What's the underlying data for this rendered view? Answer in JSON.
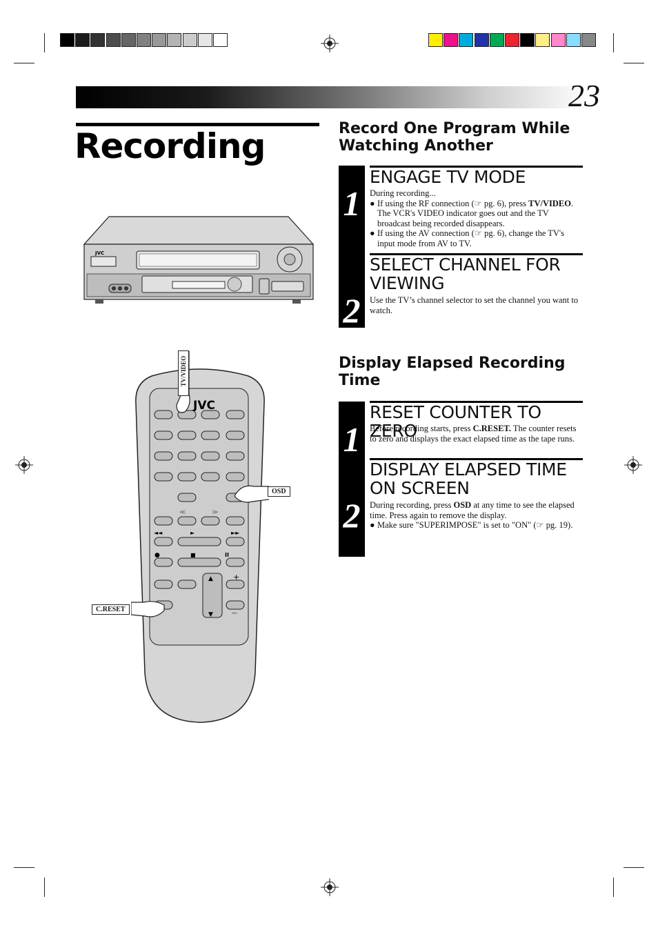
{
  "page": {
    "number": "23",
    "title": "Recording"
  },
  "print_marks": {
    "gray_swatches": [
      "#000000",
      "#1c1c1c",
      "#333333",
      "#4d4d4d",
      "#666666",
      "#808080",
      "#999999",
      "#b3b3b3",
      "#cccccc",
      "#e6e6e6",
      "#ffffff"
    ],
    "color_swatches": [
      "#ffee00",
      "#ee1188",
      "#00aadd",
      "#2233aa",
      "#00aa55",
      "#ee2233",
      "#000000",
      "#ffee88",
      "#ff88cc",
      "#88ddff",
      "#888888"
    ]
  },
  "section_one": {
    "heading": "Record One Program While Watching Another",
    "steps": [
      {
        "number": "1",
        "heading": "ENGAGE TV MODE",
        "intro": "During recording...",
        "bullets": [
          "If using the RF connection (☞ pg. 6), press TV/VIDEO. The VCR's VIDEO indicator goes out and the TV broadcast being recorded disappears.",
          "If using the AV connection (☞ pg. 6), change the TV's input mode from AV to TV."
        ],
        "bold_word": "TV/VIDEO"
      },
      {
        "number": "2",
        "heading": "SELECT CHANNEL FOR VIEWING",
        "body": "Use the TV’s channel selector to set the channel you want to watch."
      }
    ]
  },
  "section_two": {
    "heading": "Display Elapsed Recording Time",
    "steps": [
      {
        "number": "1",
        "heading": "RESET COUNTER TO ZERO",
        "body_pre": "Before recording starts, press ",
        "body_bold": "C.RESET.",
        "body_post": " The counter resets to zero and displays the exact elapsed time as the tape runs."
      },
      {
        "number": "2",
        "heading": "DISPLAY ELAPSED TIME ON SCREEN",
        "body_pre": "During recording, press ",
        "body_bold": "OSD",
        "body_post": " at any time to see the elapsed time. Press again to remove the display.",
        "bullet": "Make sure \"SUPERIMPOSE\" is set to \"ON\" (☞ pg. 19)."
      }
    ]
  },
  "vcr_illustration": {
    "brand": "JVC"
  },
  "remote_illustration": {
    "brand": "JVC",
    "callouts": {
      "tv_video": "TV/VIDEO",
      "osd": "OSD",
      "c_reset": "C.RESET"
    },
    "transport_symbols": {
      "rewind": "◄◄",
      "play": "►",
      "ffwd": "►►",
      "record": "●",
      "stop": "■",
      "pause": "II",
      "skip_back": "≪",
      "skip_fwd": "≫",
      "up": "▲",
      "down": "▼",
      "plus": "+",
      "minus": "—"
    }
  }
}
